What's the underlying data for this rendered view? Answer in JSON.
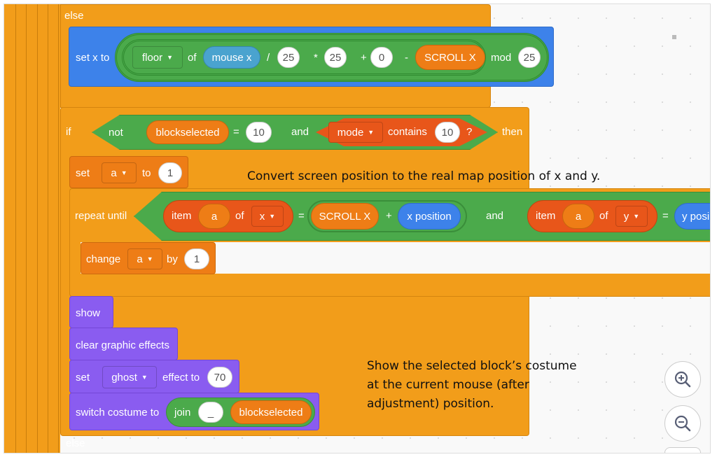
{
  "blocks": {
    "else_top": "else",
    "set_x": {
      "label": "set x to",
      "func": "floor",
      "of": "of",
      "mouse_x": "mouse x",
      "div": "/",
      "n1": "25",
      "mul": "*",
      "n2": "25",
      "plus": "+",
      "n3": "0",
      "minus": "-",
      "scroll_x": "SCROLL X",
      "mod": "mod",
      "n4": "25"
    },
    "if": {
      "label": "if",
      "not": "not",
      "blockselected": "blockselected",
      "eq": "=",
      "n": "10",
      "and": "and",
      "mode": "mode",
      "contains": "contains",
      "n2": "10",
      "q": "?",
      "then": "then"
    },
    "set_a": {
      "label": "set",
      "var": "a",
      "to": "to",
      "val": "1"
    },
    "repeat": {
      "label": "repeat until",
      "item": "item",
      "a": "a",
      "of": "of",
      "x": "x",
      "eq": "=",
      "scroll_x": "SCROLL X",
      "plus": "+",
      "x_position": "x position",
      "and": "and",
      "item2": "item",
      "a2": "a",
      "of2": "of",
      "y": "y",
      "eq2": "=",
      "y_position": "y posi"
    },
    "change": {
      "label": "change",
      "var": "a",
      "by": "by",
      "val": "1"
    },
    "show": "show",
    "clear": "clear graphic effects",
    "ghost": {
      "label": "set",
      "effect": "ghost",
      "to": "effect to",
      "val": "70"
    },
    "switch": {
      "label": "switch costume to",
      "join": "join",
      "s": "_",
      "blockselected": "blockselected"
    },
    "else_bottom": "else"
  },
  "notes": {
    "convert": "Convert screen position to the real map position of x and y.",
    "show_lines": [
      "Show the selected block’s costume",
      "at the current mouse (after",
      "adjustment) position."
    ]
  },
  "zoom": {
    "in": "zoom-in-icon",
    "out": "zoom-out-icon"
  },
  "colors": {
    "control": "#F29D1A",
    "motion": "#3D82EA",
    "operators": "#4BAA4B",
    "variables": "#EE7D16",
    "looks": "#8A5CF0",
    "list": "#E8561A"
  }
}
